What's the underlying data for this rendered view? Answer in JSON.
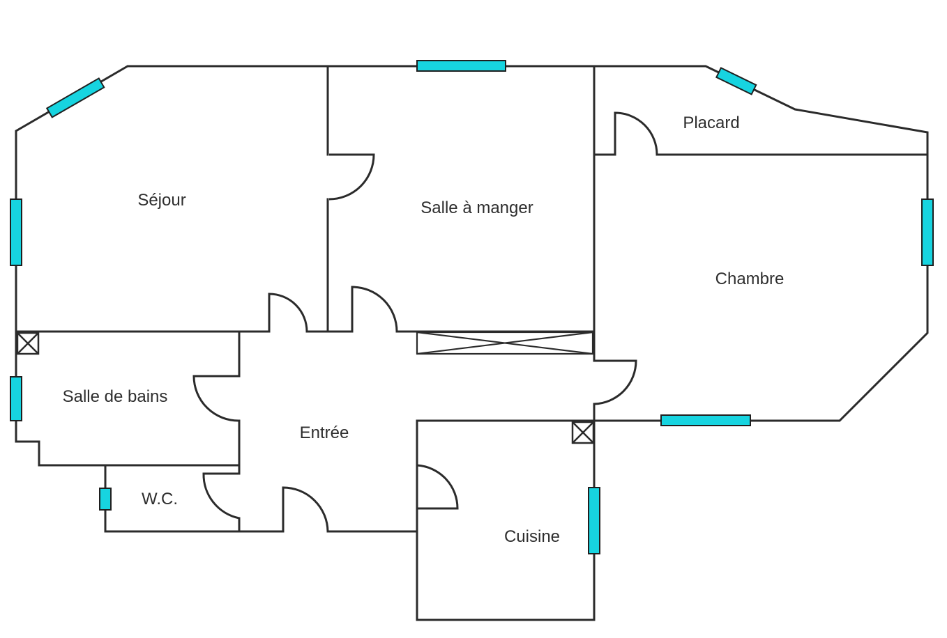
{
  "rooms": {
    "sejour": "Séjour",
    "salle_a_manger": "Salle à manger",
    "placard": "Placard",
    "chambre": "Chambre",
    "salle_de_bains": "Salle de bains",
    "entree": "Entrée",
    "wc": "W.C.",
    "cuisine": "Cuisine"
  },
  "colors": {
    "wall": "#2b2b2b",
    "window": "#17d4e0",
    "background": "#ffffff"
  }
}
